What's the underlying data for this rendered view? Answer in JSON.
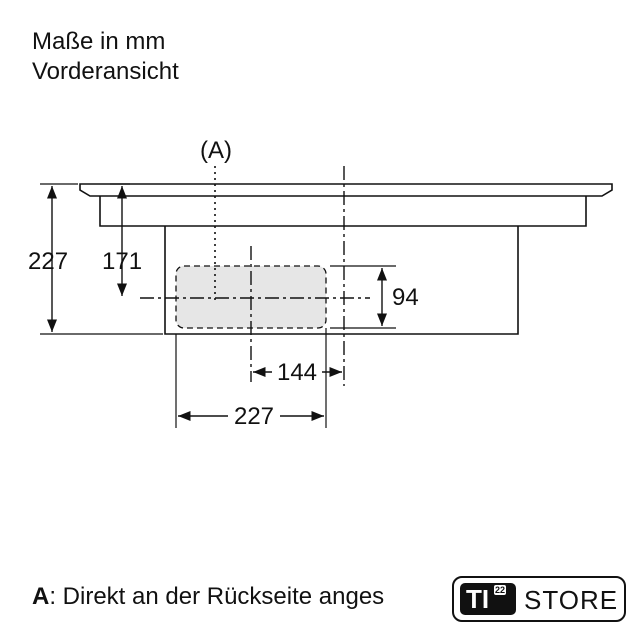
{
  "header": {
    "line1": "Maße in mm",
    "line2": "Vorderansicht"
  },
  "diagram": {
    "marker_label": "(A)",
    "dimensions": {
      "total_height": "227",
      "upper_height": "171",
      "box_height": "94",
      "offset": "144",
      "box_width": "227"
    }
  },
  "footnote": {
    "key": "A",
    "text": ": Direkt an der Rückseite anges"
  },
  "logo": {
    "mark": "TI",
    "superscript": "22",
    "text": "STORE"
  }
}
